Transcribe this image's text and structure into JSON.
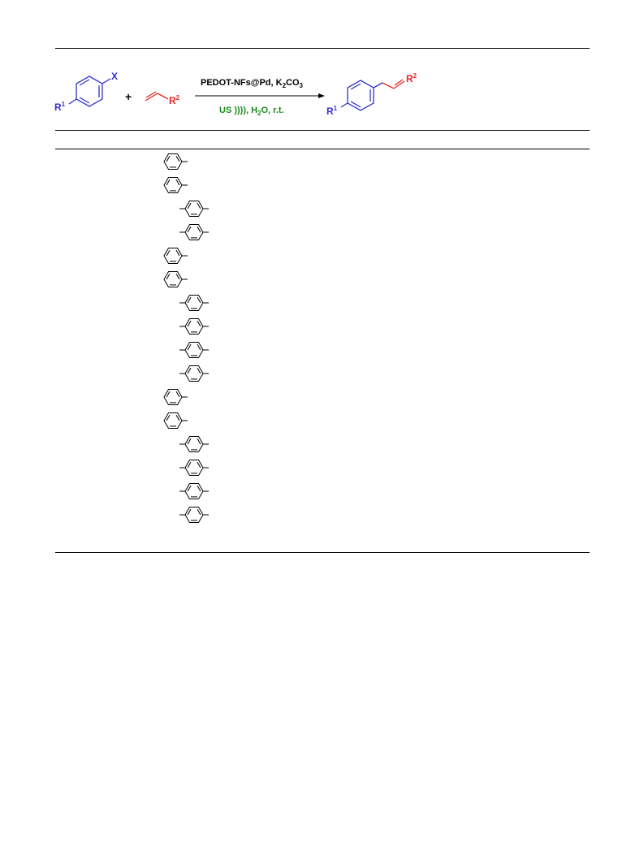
{
  "scheme": {
    "substituent_r1": "R",
    "substituent_r1_sup": "1",
    "leaving_group": "X",
    "plus": "+",
    "substituent_r2": "R",
    "substituent_r2_sup": "2",
    "conditions_top_main": "PEDOT-NFs@Pd, K",
    "conditions_top_sub": "2",
    "conditions_top_tail": "CO",
    "conditions_top_sub2": "3",
    "conditions_bottom_a": "US )))), H",
    "conditions_bottom_sub": "2",
    "conditions_bottom_b": "O, r.t.",
    "product_r1": "R",
    "product_r1_sup": "1",
    "product_r2": "R",
    "product_r2_sup": "2"
  },
  "colors": {
    "aryl_blue": "#3333cc",
    "alkene_red": "#ee2222",
    "conditions_green": "#1a8a1a",
    "text_black": "#000000"
  },
  "table_rows": [
    {
      "ring": "monosubstituted"
    },
    {
      "ring": "monosubstituted"
    },
    {
      "ring": "para-disubstituted"
    },
    {
      "ring": "para-disubstituted"
    },
    {
      "ring": "monosubstituted"
    },
    {
      "ring": "monosubstituted"
    },
    {
      "ring": "para-disubstituted"
    },
    {
      "ring": "para-disubstituted"
    },
    {
      "ring": "para-disubstituted"
    },
    {
      "ring": "para-disubstituted"
    },
    {
      "ring": "monosubstituted"
    },
    {
      "ring": "monosubstituted"
    },
    {
      "ring": "para-disubstituted"
    },
    {
      "ring": "para-disubstituted"
    },
    {
      "ring": "para-disubstituted"
    },
    {
      "ring": "para-disubstituted"
    }
  ]
}
